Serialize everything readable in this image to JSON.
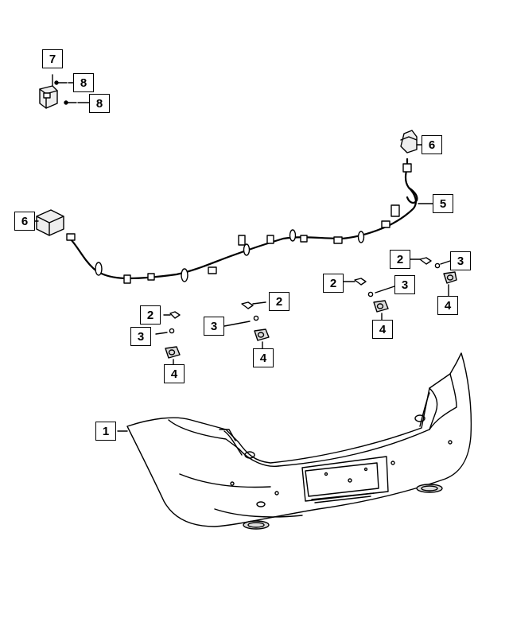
{
  "callouts": {
    "c7": "7",
    "c8a": "8",
    "c8b": "8",
    "c6a": "6",
    "c6b": "6",
    "c5": "5",
    "c2a": "2",
    "c3a": "3",
    "c4a": "4",
    "c2b": "2",
    "c3b": "3",
    "c4b": "4",
    "c2c": "2",
    "c3c": "3",
    "c4c": "4",
    "c2d": "2",
    "c3d": "3",
    "c4d": "4",
    "c1": "1"
  },
  "colors": {
    "line": "#000000",
    "part_fill": "#ffffff",
    "part_shade": "#dddddd"
  }
}
